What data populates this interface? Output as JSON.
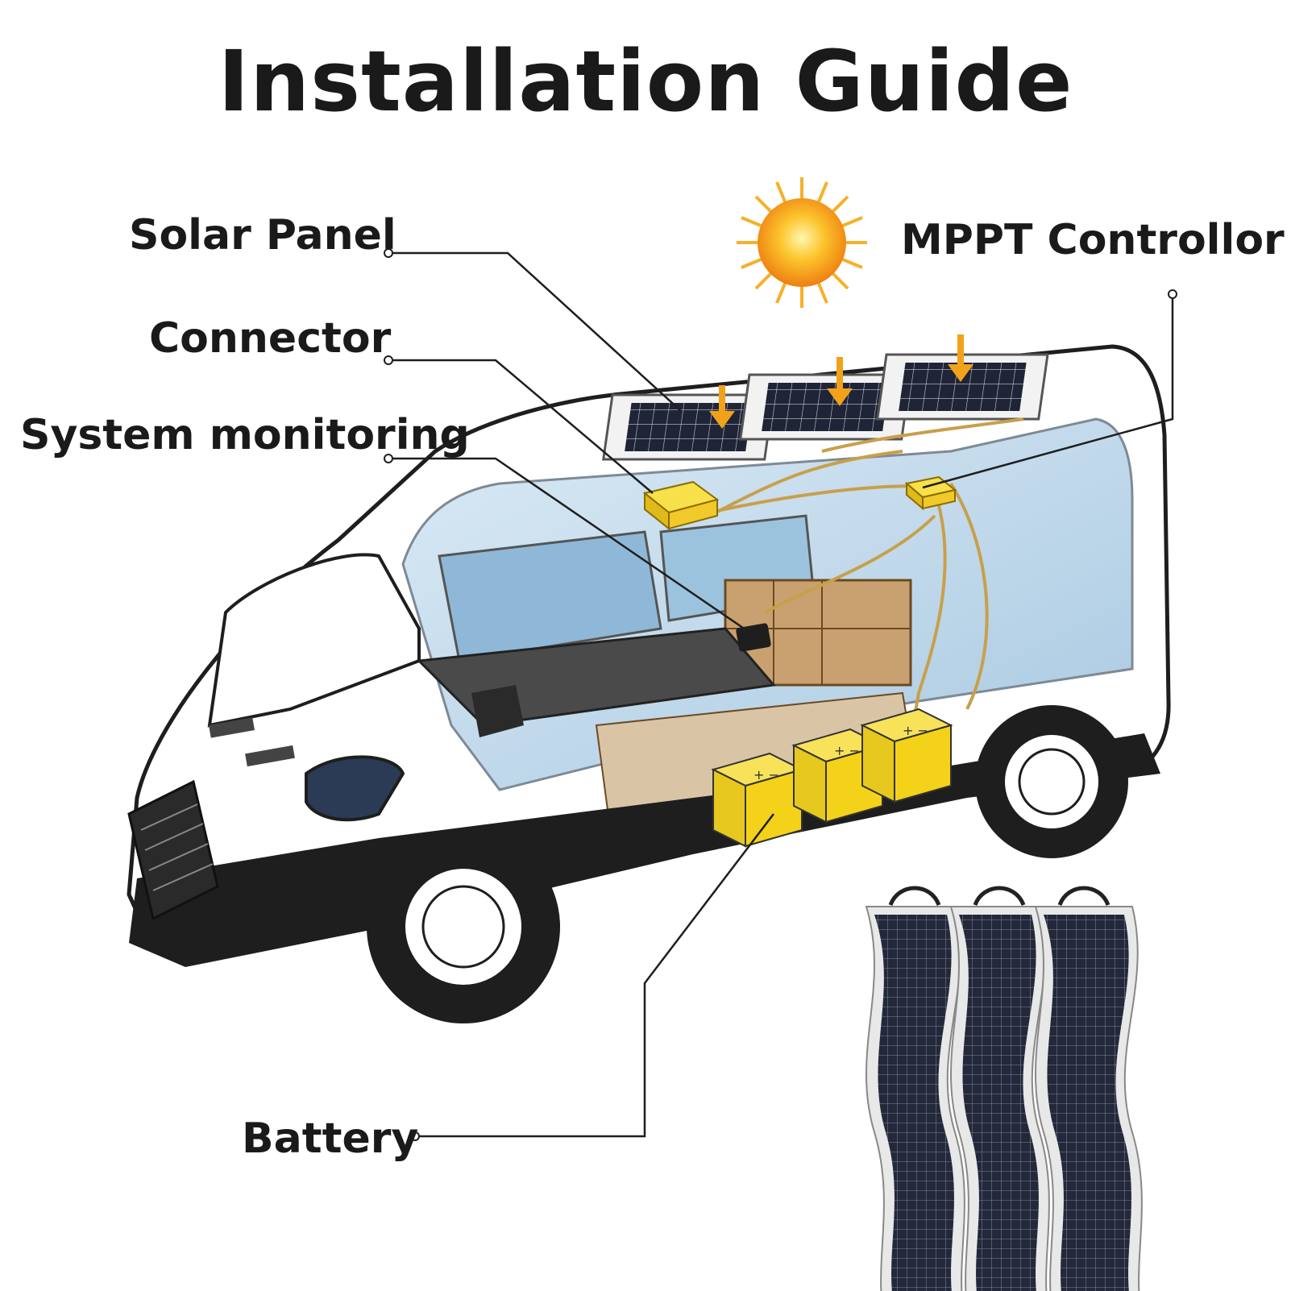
{
  "title": "Installation Guide",
  "labels": {
    "solar_panel": "Solar Panel",
    "connector": "Connector",
    "system_monitoring": "System monitoring",
    "mppt_controller": "MPPT Controllor",
    "battery": "Battery"
  },
  "colors": {
    "text": "#1a1a1a",
    "sun": "#f7a21a",
    "yellow_parts": "#f5d21a",
    "arrow": "#f2a21a",
    "panel_cells": "#1f2436",
    "van_body": "#ffffff",
    "van_trim": "#1e1e1e",
    "interior_blue": "#cfe3f1",
    "wood": "#c9a170"
  },
  "icons": [
    "sun-icon",
    "down-arrow-icon",
    "battery-icon",
    "flexible-solar-panel-icon",
    "van-illustration"
  ]
}
